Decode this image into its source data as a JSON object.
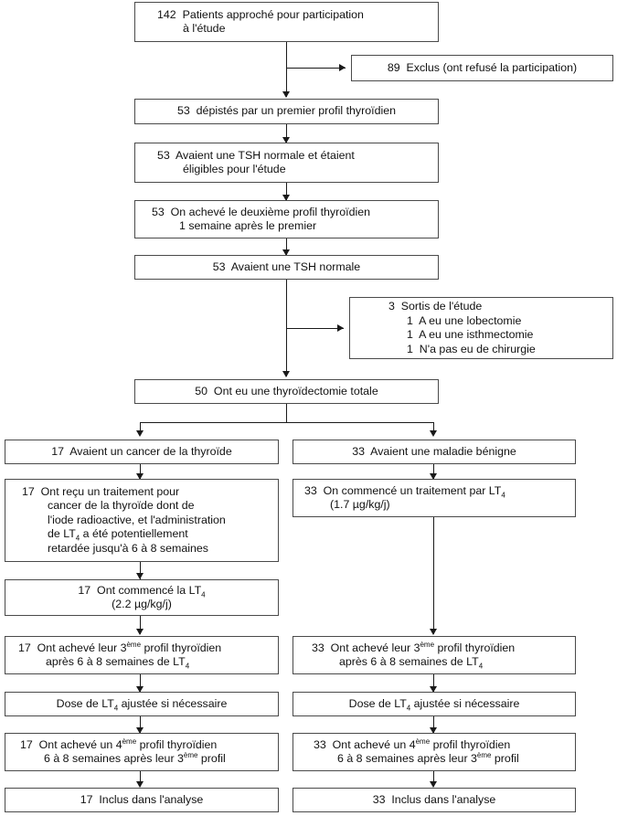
{
  "diagram": {
    "title": "Diagramme de flux de l'etude (CONSORT)",
    "language": "fr",
    "nodes": [
      {
        "id": "approached",
        "count": "142",
        "lines": [
          "142  Patients approché pour participation",
          "à l'étude"
        ]
      },
      {
        "id": "excluded",
        "count": "89",
        "lines": [
          "89  Exclus (ont refusé la participation)"
        ]
      },
      {
        "id": "screened",
        "count": "53",
        "lines": [
          "53  dépistés par un premier profil thyroïdien"
        ]
      },
      {
        "id": "eligible",
        "count": "53",
        "lines": [
          "53  Avaient une TSH normale et étaient",
          "éligibles pour l'étude"
        ]
      },
      {
        "id": "second-profile",
        "count": "53",
        "lines": [
          "53  On achevé le deuxième profil thyroïdien",
          "1 semaine après le premier"
        ]
      },
      {
        "id": "tsh-normal",
        "count": "53",
        "lines": [
          "53  Avaient une TSH normale"
        ]
      },
      {
        "id": "withdrawn",
        "count": "3",
        "lines": [
          "3  Sortis de l'étude",
          "1  A eu une lobectomie",
          "1  A eu une isthmectomie",
          "1  N'a pas eu de chirurgie"
        ]
      },
      {
        "id": "thyroidectomy",
        "count": "50",
        "lines": [
          "50  Ont eu une thyroïdectomie totale"
        ]
      },
      {
        "id": "cancer-branch",
        "count": "17",
        "lines": [
          "17  Avaient un cancer de la thyroïde"
        ]
      },
      {
        "id": "benign-branch",
        "count": "33",
        "lines": [
          "33  Avaient une maladie bénigne"
        ]
      },
      {
        "id": "cancer-treatment",
        "count": "17",
        "lines": [
          "17  Ont reçu un traitement pour",
          "cancer de la thyroïde dont de",
          "l'iode radioactive, et l'administration",
          "de LT4 a été potentiellement",
          "retardée jusqu'à 6 à 8 semaines"
        ]
      },
      {
        "id": "benign-treatment",
        "count": "33",
        "lines": [
          "33  On commencé un traitement par LT4",
          "(1.7 µg/kg/j)"
        ]
      },
      {
        "id": "cancer-lt4-start",
        "count": "17",
        "lines": [
          "17  Ont commencé la LT4",
          "(2.2 µg/kg/j)"
        ]
      },
      {
        "id": "cancer-third-profile",
        "count": "17",
        "lines": [
          "17  Ont achevé leur 3ème profil thyroïdien",
          "après 6 à 8 semaines de LT4"
        ]
      },
      {
        "id": "benign-third-profile",
        "count": "33",
        "lines": [
          "33  Ont achevé leur 3ème profil thyroïdien",
          "après 6 à 8 semaines de LT4"
        ]
      },
      {
        "id": "cancer-dose-adjust",
        "count": "",
        "lines": [
          "Dose de LT4 ajustée si nécessaire"
        ]
      },
      {
        "id": "benign-dose-adjust",
        "count": "",
        "lines": [
          "Dose de LT4 ajustée si nécessaire"
        ]
      },
      {
        "id": "cancer-fourth-profile",
        "count": "17",
        "lines": [
          "17  Ont achevé un 4ème profil thyroïdien",
          "6 à 8 semaines après leur 3ème profil"
        ]
      },
      {
        "id": "benign-fourth-profile",
        "count": "33",
        "lines": [
          "33  Ont achevé un 4ème profil thyroïdien",
          "6 à 8 semaines après leur 3ème profil"
        ]
      },
      {
        "id": "cancer-analysed",
        "count": "17",
        "lines": [
          "17  Inclus dans l'analyse"
        ]
      },
      {
        "id": "benign-analysed",
        "count": "33",
        "lines": [
          "33  Inclus dans l'analyse"
        ]
      }
    ],
    "text": {
      "approached_l1_num": "142",
      "approached_l1_rest": "  Patients approché pour participation",
      "approached_l2": "à l'étude",
      "excluded_l1": "89  Exclus (ont refusé la participation)",
      "screened_l1": "53  dépistés par un premier profil thyroïdien",
      "eligible_l1": "53  Avaient une TSH normale et étaient",
      "eligible_l2": "éligibles pour l'étude",
      "second_l1": "53  On achevé le deuxième profil thyroïdien",
      "second_l2": "1 semaine après le premier",
      "tshnormal_l1": "53  Avaient une TSH normale",
      "withdrawn_l1": "3  Sortis de l'étude",
      "withdrawn_l2": "1  A eu une lobectomie",
      "withdrawn_l3": "1  A eu une isthmectomie",
      "withdrawn_l4": "1  N'a pas eu de chirurgie",
      "thyroidectomy_l1": "50  Ont eu une thyroïdectomie totale",
      "cancer_branch_l1": "17  Avaient un cancer de la thyroïde",
      "benign_branch_l1": "33  Avaient une maladie bénigne",
      "cancer_tx_l1": "17  Ont reçu un traitement pour",
      "cancer_tx_l2": "cancer de la thyroïde dont de",
      "cancer_tx_l3": "l'iode radioactive, et l'administration",
      "cancer_tx_l4a": "de LT",
      "cancer_tx_l4b": " a été potentiellement",
      "cancer_tx_l5": "retardée jusqu'à 6 à 8 semaines",
      "benign_tx_l1a": "33  On commencé un traitement par LT",
      "benign_tx_l2": "(1.7 µg/kg/j)",
      "cancer_start_l1a": "17  Ont commencé la LT",
      "cancer_start_l2": "(2.2 µg/kg/j)",
      "third_17_a": "17  Ont achevé leur 3",
      "third_33_a": "33  Ont achevé leur 3",
      "third_sup": "ème",
      "third_b": " profil thyroïdien",
      "third_l2a": "après 6 à 8 semaines de LT",
      "dose_a": "Dose de LT",
      "dose_b": " ajustée si nécessaire",
      "fourth_17_a": "17  Ont achevé un 4",
      "fourth_33_a": "33  Ont achevé un 4",
      "fourth_sup": "ème",
      "fourth_b": " profil thyroïdien",
      "fourth_l2a": "6 à 8 semaines après leur 3",
      "fourth_l2sup": "ème",
      "fourth_l2b": " profil",
      "analysed_17": "17  Inclus dans l'analyse",
      "analysed_33": "33  Inclus dans l'analyse",
      "sub4": "4"
    },
    "colors": {
      "border": "#4a4a4a",
      "connector": "#1a1a1a",
      "background": "#ffffff",
      "text": "#111111"
    }
  }
}
